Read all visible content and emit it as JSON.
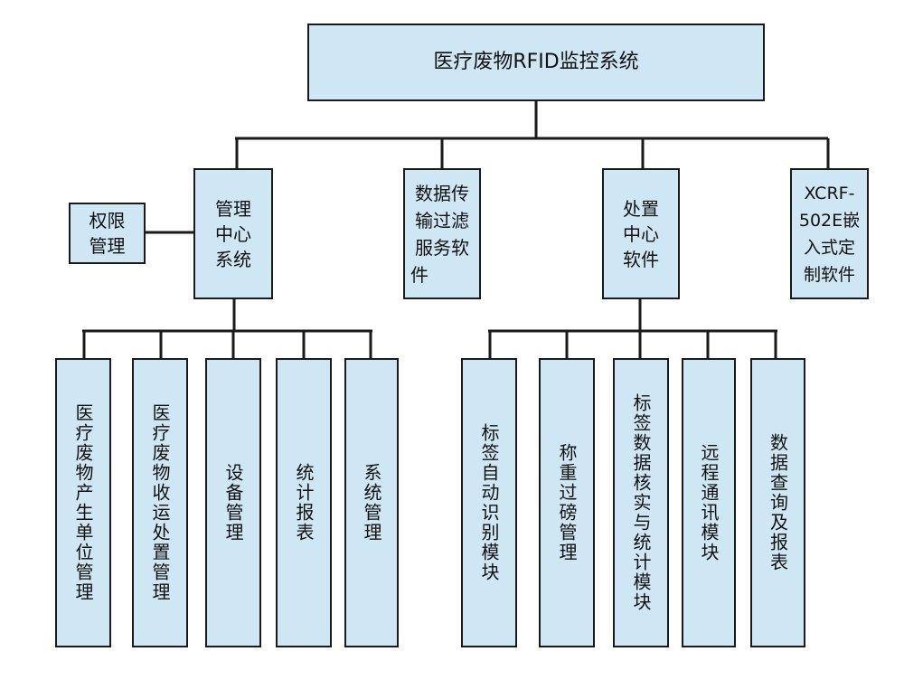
{
  "root": {
    "label": "医疗废物RFID监控系统"
  },
  "level1": {
    "mgmt_center": [
      "管理",
      "中心",
      "系统"
    ],
    "data_filter": [
      "数据传",
      "输过滤",
      "服务软",
      "件"
    ],
    "disposal_center": [
      "处置",
      "中心",
      "软件"
    ],
    "xcrf": [
      "XCRF-",
      "502E嵌",
      "入式定",
      "制软件"
    ]
  },
  "permission": [
    "权限",
    "管理"
  ],
  "mgmt_children": [
    "医疗废物产生单位管理",
    "医疗废物收运处置管理",
    "设备管理",
    "统计报表",
    "系统管理"
  ],
  "disposal_children": [
    "标签自动识别模块",
    "称重过磅管理",
    "标签数据核实与统计模块",
    "远程通讯模块",
    "数据查询及报表"
  ]
}
